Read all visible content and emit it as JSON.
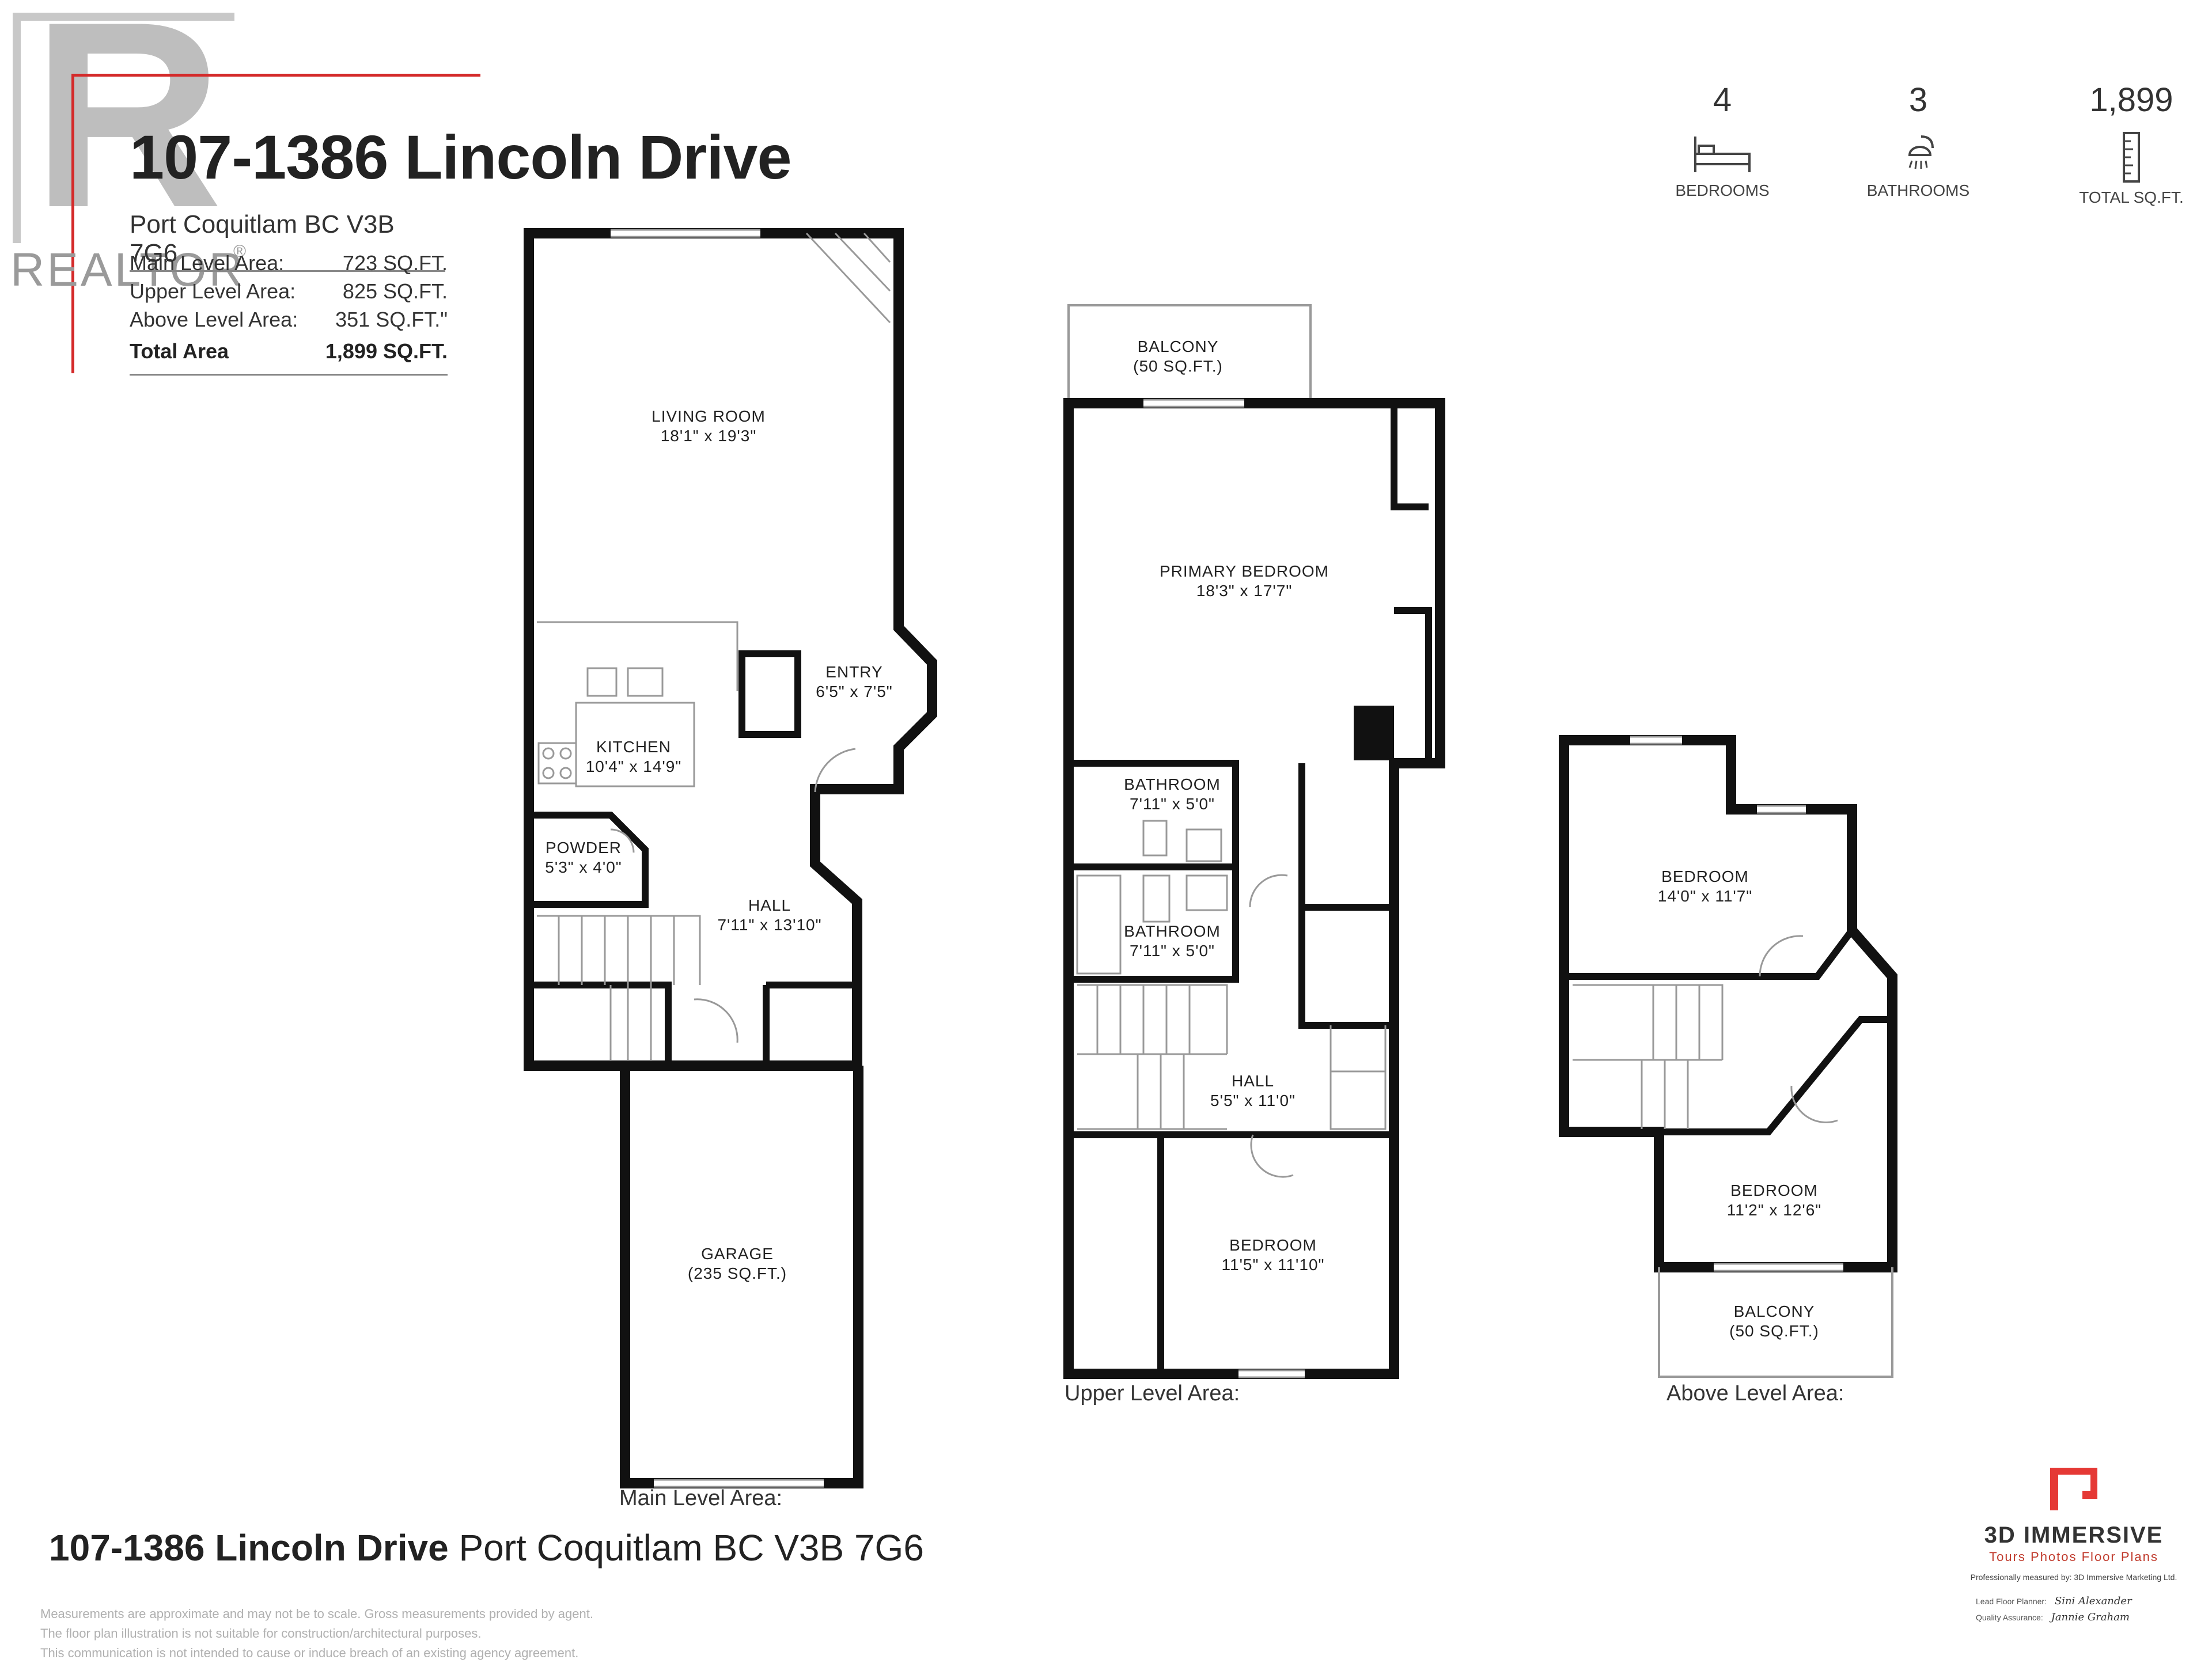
{
  "header": {
    "title": "107-1386 Lincoln Drive",
    "subtitle": "Port Coquitlam BC V3B 7G6",
    "realtor_mark": "REALTOR"
  },
  "areas": [
    {
      "label": "Main Level Area:",
      "value": "723 SQ.FT."
    },
    {
      "label": "Upper Level Area:",
      "value": "825 SQ.FT."
    },
    {
      "label": "Above Level Area:",
      "value": "351 SQ.FT.\""
    }
  ],
  "total_area": {
    "label": "Total Area",
    "value": "1,899 SQ.FT."
  },
  "stats": [
    {
      "value": "4",
      "label": "BEDROOMS",
      "icon": "bed-icon"
    },
    {
      "value": "3",
      "label": "BATHROOMS",
      "icon": "shower-icon"
    },
    {
      "value": "1,899",
      "label": "TOTAL SQ.FT.",
      "icon": "ruler-icon"
    }
  ],
  "rooms": {
    "living": {
      "name": "LIVING ROOM",
      "dim": "18'1\" x 19'3\""
    },
    "entry": {
      "name": "ENTRY",
      "dim": "6'5\" x 7'5\""
    },
    "kitchen": {
      "name": "KITCHEN",
      "dim": "10'4\" x 14'9\""
    },
    "powder": {
      "name": "POWDER",
      "dim": "5'3\" x 4'0\""
    },
    "hall_main": {
      "name": "HALL",
      "dim": "7'11\" x 13'10\""
    },
    "garage": {
      "name": "GARAGE",
      "dim": "(235 SQ.FT.)"
    },
    "balcony_upper": {
      "name": "BALCONY",
      "dim": "(50 SQ.FT.)"
    },
    "primary": {
      "name": "PRIMARY BEDROOM",
      "dim": "18'3\" x 17'7\""
    },
    "bath1": {
      "name": "BATHROOM",
      "dim": "7'11\" x 5'0\""
    },
    "bath2": {
      "name": "BATHROOM",
      "dim": "7'11\" x 5'0\""
    },
    "hall_upper": {
      "name": "HALL",
      "dim": "5'5\" x 11'0\""
    },
    "bedroom_upper": {
      "name": "BEDROOM",
      "dim": "11'5\" x 11'10\""
    },
    "bedroom_above1": {
      "name": "BEDROOM",
      "dim": "14'0\" x 11'7\""
    },
    "bedroom_above2": {
      "name": "BEDROOM",
      "dim": "11'2\" x 12'6\""
    },
    "balcony_above": {
      "name": "BALCONY",
      "dim": "(50 SQ.FT.)"
    }
  },
  "levels": {
    "main": "Main Level Area:",
    "upper": "Upper Level Area:",
    "above": "Above Level Area:"
  },
  "footer": {
    "address_bold": "107-1386 Lincoln Drive",
    "address_rest": "Port Coquitlam BC V3B 7G6",
    "disclaimer": [
      "Measurements are approximate and may not be to scale. Gross measurements provided by agent.",
      "The floor plan illustration is not suitable for construction/architectural purposes.",
      "This communication is not intended to cause or induce breach of an existing agency agreement."
    ]
  },
  "brand": {
    "name": "3D IMMERSIVE",
    "tagline": "Tours  Photos  Floor Plans",
    "measured_by": "Professionally measured by: 3D Immersive Marketing Ltd.",
    "planner_label": "Lead Floor Planner:",
    "planner_sig": "Sini Alexander",
    "qa_label": "Quality Assurance:",
    "qa_sig": "Jannie Graham",
    "accent": "#e53935"
  },
  "colors": {
    "wall": "#111111",
    "accent": "#d42a2a",
    "watermark": "#bdbdbd"
  }
}
